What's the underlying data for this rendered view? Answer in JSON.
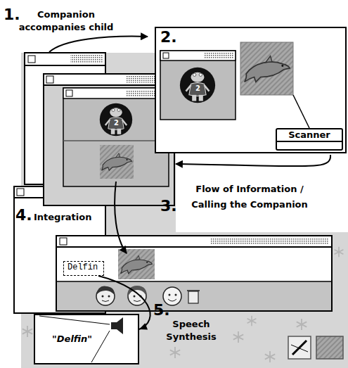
{
  "diagram": {
    "nodes": [
      {
        "text": [
          "2."
        ]
      },
      {
        "text": [
          "Scanner"
        ],
        "in": 0
      },
      {
        "text": [
          "Delfin"
        ]
      },
      {
        "text": [
          "\"Delfin\""
        ]
      }
    ],
    "edges": [
      {
        "from": 2,
        "to": 3,
        "arrow": "to"
      }
    ],
    "labels": [
      "1.",
      "Companion accompanies child",
      "3.",
      "Flow of Information / Calling the Companion",
      "4.",
      "Integration",
      "5.",
      "Speech Synthesis",
      "2",
      "2"
    ]
  }
}
